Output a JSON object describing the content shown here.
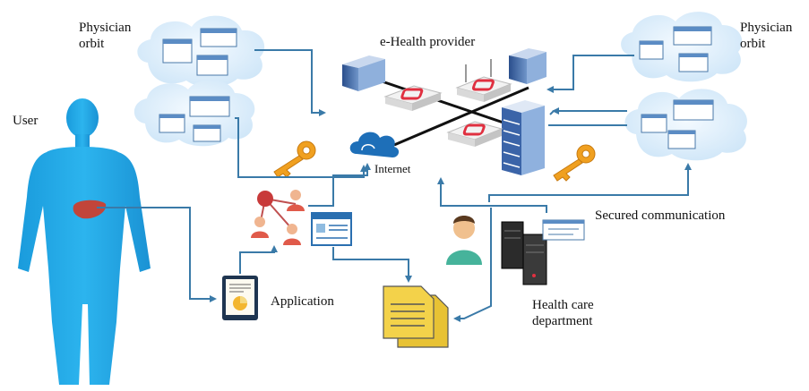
{
  "labels": {
    "physician_orbit_left_1": "Physician",
    "physician_orbit_left_2": "orbit",
    "physician_orbit_right_1": "Physician",
    "physician_orbit_right_2": "orbit",
    "ehealth_provider": "e-Health provider",
    "user": "User",
    "internet": "Internet",
    "secured_communication": "Secured communication",
    "application": "Application",
    "health_care_1": "Health care",
    "health_care_2": "department"
  },
  "colors": {
    "arrow": "#3a7aa8",
    "cloud": "#d8ecfa",
    "body": "#1ea7e6",
    "key": "#f0a020",
    "router_red": "#e03040",
    "document": "#f3d24a"
  },
  "icons": [
    "cloud-icon",
    "server-rack-icon",
    "router-icon",
    "key-icon",
    "person-icon",
    "document-icon",
    "tablet-icon",
    "organization-chart-icon",
    "browser-window-icon",
    "internet-cloud-icon",
    "human-body-icon",
    "liver-icon"
  ]
}
